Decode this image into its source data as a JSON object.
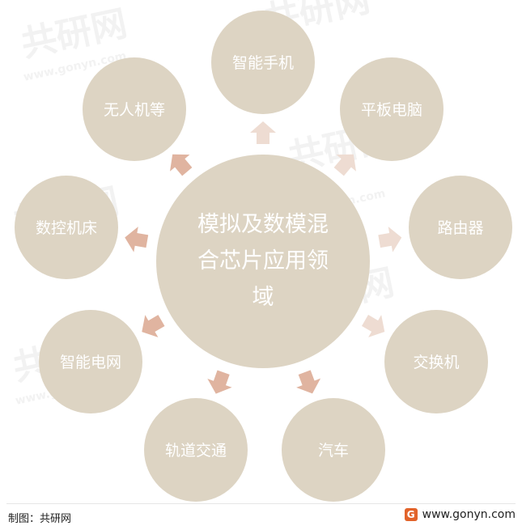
{
  "diagram": {
    "center": {
      "lines": [
        "模拟及数模混",
        "合芯片应用领",
        "域"
      ]
    },
    "nodes": [
      {
        "label": "智能手机"
      },
      {
        "label": "平板电脑"
      },
      {
        "label": "路由器"
      },
      {
        "label": "交换机"
      },
      {
        "label": "汽车"
      },
      {
        "label": "轨道交通"
      },
      {
        "label": "智能电网"
      },
      {
        "label": "数控机床"
      },
      {
        "label": "无人机等"
      }
    ],
    "colors": {
      "circle": "#ddd4c3",
      "arrow_dark": "#e0b4a0",
      "arrow_light": "#eedcd2"
    }
  },
  "watermark": {
    "brand": "共研网",
    "url": "www.gonyn.com"
  },
  "footer": {
    "source": "制图：共研网",
    "site": "www.gonyn.com",
    "logo_icon": "gonyn-logo-icon"
  }
}
